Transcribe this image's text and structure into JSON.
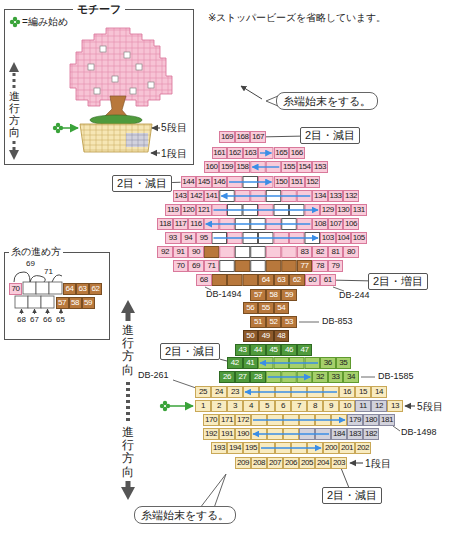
{
  "diagram": {
    "nodes": [
      {
        "text": [
          "モチーフ"
        ]
      },
      {
        "text": [
          "糸端始末をする。"
        ]
      },
      {
        "text": [
          "2目・減目"
        ]
      },
      {
        "text": [
          "2目・減目"
        ]
      },
      {
        "text": [
          "2目・増目"
        ]
      },
      {
        "text": [
          "糸の進め方"
        ]
      },
      {
        "text": [
          "70"
        ],
        "in": 5
      },
      {
        "text": [
          "64"
        ],
        "in": 5
      },
      {
        "text": [
          "63"
        ],
        "in": 5
      },
      {
        "text": [
          "62"
        ],
        "in": 5
      },
      {
        "text": [
          "57"
        ],
        "in": 5
      },
      {
        "text": [
          "58"
        ],
        "in": 5
      },
      {
        "text": [
          "59"
        ],
        "in": 5
      },
      {
        "text": [
          "2目・減目"
        ]
      },
      {
        "text": [
          "2目・減目"
        ]
      },
      {
        "text": [
          "糸端始末をする。"
        ]
      },
      {
        "text": [
          "169"
        ]
      },
      {
        "text": [
          "168"
        ]
      },
      {
        "text": [
          "167"
        ]
      },
      {
        "text": [
          "161"
        ]
      },
      {
        "text": [
          "162"
        ]
      },
      {
        "text": [
          "163"
        ]
      },
      {
        "text": [
          "165"
        ]
      },
      {
        "text": [
          "166"
        ]
      },
      {
        "text": [
          "160"
        ]
      },
      {
        "text": [
          "159"
        ]
      },
      {
        "text": [
          "158"
        ]
      },
      {
        "text": [
          "155"
        ]
      },
      {
        "text": [
          "154"
        ]
      },
      {
        "text": [
          "153"
        ]
      },
      {
        "text": [
          "144"
        ]
      },
      {
        "text": [
          "145"
        ]
      },
      {
        "text": [
          "146"
        ]
      },
      {
        "text": [
          "150"
        ]
      },
      {
        "text": [
          "151"
        ]
      },
      {
        "text": [
          "152"
        ]
      },
      {
        "text": [
          "143"
        ]
      },
      {
        "text": [
          "142"
        ]
      },
      {
        "text": [
          "141"
        ]
      },
      {
        "text": [
          "134"
        ]
      },
      {
        "text": [
          "133"
        ]
      },
      {
        "text": [
          "132"
        ]
      },
      {
        "text": [
          "119"
        ]
      },
      {
        "text": [
          "120"
        ]
      },
      {
        "text": [
          "121"
        ]
      },
      {
        "text": [
          "129"
        ]
      },
      {
        "text": [
          "130"
        ]
      },
      {
        "text": [
          "131"
        ]
      },
      {
        "text": [
          "118"
        ]
      },
      {
        "text": [
          "117"
        ]
      },
      {
        "text": [
          "116"
        ]
      },
      {
        "text": [
          "108"
        ]
      },
      {
        "text": [
          "107"
        ]
      },
      {
        "text": [
          "106"
        ]
      },
      {
        "text": [
          "93"
        ]
      },
      {
        "text": [
          "94"
        ]
      },
      {
        "text": [
          "95"
        ]
      },
      {
        "text": [
          "103"
        ]
      },
      {
        "text": [
          "104"
        ]
      },
      {
        "text": [
          "105"
        ]
      },
      {
        "text": [
          "92"
        ]
      },
      {
        "text": [
          "91"
        ]
      },
      {
        "text": [
          "90"
        ]
      },
      {
        "text": [
          "83"
        ]
      },
      {
        "text": [
          "82"
        ]
      },
      {
        "text": [
          "81"
        ]
      },
      {
        "text": [
          "80"
        ]
      },
      {
        "text": [
          "70"
        ]
      },
      {
        "text": [
          "69"
        ]
      },
      {
        "text": [
          "71"
        ]
      },
      {
        "text": [
          "77"
        ]
      },
      {
        "text": [
          "78"
        ]
      },
      {
        "text": [
          "79"
        ]
      },
      {
        "text": [
          "68"
        ]
      },
      {
        "text": [
          "64"
        ]
      },
      {
        "text": [
          "63"
        ]
      },
      {
        "text": [
          "62"
        ]
      },
      {
        "text": [
          "60"
        ]
      },
      {
        "text": [
          "61"
        ]
      },
      {
        "text": [
          "57"
        ]
      },
      {
        "text": [
          "58"
        ]
      },
      {
        "text": [
          "59"
        ]
      },
      {
        "text": [
          "56"
        ]
      },
      {
        "text": [
          "55"
        ]
      },
      {
        "text": [
          "54"
        ]
      },
      {
        "text": [
          "51"
        ]
      },
      {
        "text": [
          "52"
        ]
      },
      {
        "text": [
          "53"
        ]
      },
      {
        "text": [
          "50"
        ]
      },
      {
        "text": [
          "49"
        ]
      },
      {
        "text": [
          "48"
        ]
      },
      {
        "text": [
          "43"
        ]
      },
      {
        "text": [
          "44"
        ]
      },
      {
        "text": [
          "45"
        ]
      },
      {
        "text": [
          "46"
        ]
      },
      {
        "text": [
          "47"
        ]
      },
      {
        "text": [
          "42"
        ]
      },
      {
        "text": [
          "41"
        ]
      },
      {
        "text": [
          "36"
        ]
      },
      {
        "text": [
          "35"
        ]
      },
      {
        "text": [
          "26"
        ]
      },
      {
        "text": [
          "27"
        ]
      },
      {
        "text": [
          "28"
        ]
      },
      {
        "text": [
          "32"
        ]
      },
      {
        "text": [
          "33"
        ]
      },
      {
        "text": [
          "34"
        ]
      },
      {
        "text": [
          "25"
        ]
      },
      {
        "text": [
          "24"
        ]
      },
      {
        "text": [
          "23"
        ]
      },
      {
        "text": [
          "16"
        ]
      },
      {
        "text": [
          "15"
        ]
      },
      {
        "text": [
          "14"
        ]
      },
      {
        "text": [
          "1"
        ]
      },
      {
        "text": [
          "2"
        ]
      },
      {
        "text": [
          "3"
        ]
      },
      {
        "text": [
          "4"
        ]
      },
      {
        "text": [
          "5"
        ]
      },
      {
        "text": [
          "6"
        ]
      },
      {
        "text": [
          "7"
        ]
      },
      {
        "text": [
          "8"
        ]
      },
      {
        "text": [
          "9"
        ]
      },
      {
        "text": [
          "10"
        ]
      },
      {
        "text": [
          "11"
        ]
      },
      {
        "text": [
          "12"
        ]
      },
      {
        "text": [
          "13"
        ]
      },
      {
        "text": [
          "170"
        ]
      },
      {
        "text": [
          "171"
        ]
      },
      {
        "text": [
          "172"
        ]
      },
      {
        "text": [
          "179"
        ]
      },
      {
        "text": [
          "180"
        ]
      },
      {
        "text": [
          "181"
        ]
      },
      {
        "text": [
          "192"
        ]
      },
      {
        "text": [
          "191"
        ]
      },
      {
        "text": [
          "190"
        ]
      },
      {
        "text": [
          "184"
        ]
      },
      {
        "text": [
          "183"
        ]
      },
      {
        "text": [
          "182"
        ]
      },
      {
        "text": [
          "193"
        ]
      },
      {
        "text": [
          "194"
        ]
      },
      {
        "text": [
          "195"
        ]
      },
      {
        "text": [
          "200"
        ]
      },
      {
        "text": [
          "201"
        ]
      },
      {
        "text": [
          "202"
        ]
      },
      {
        "text": [
          "209"
        ]
      },
      {
        "text": [
          "208"
        ]
      },
      {
        "text": [
          "207"
        ]
      },
      {
        "text": [
          "206"
        ]
      },
      {
        "text": [
          "205"
        ]
      },
      {
        "text": [
          "204"
        ]
      },
      {
        "text": [
          "203"
        ]
      }
    ],
    "edges": [
      {
        "from": 2,
        "to": 18,
        "arrow": "none"
      },
      {
        "from": 3,
        "to": 30,
        "arrow": "none"
      },
      {
        "from": 4,
        "to": 78,
        "arrow": "none"
      },
      {
        "from": 13,
        "to": 96,
        "arrow": "none"
      },
      {
        "from": 14,
        "to": 149,
        "arrow": "none"
      }
    ],
    "labels": [
      "※ストッパービーズを省略しています。",
      "進行方向",
      "5段目",
      "1段目",
      "DB-1494",
      "DB-244",
      "69",
      "71",
      "68",
      "67",
      "66",
      "65",
      "DB-853",
      "進行方向",
      "DB-1585",
      "DB-261",
      "5段目",
      "DB-1498",
      "進行方向",
      "1段目"
    ],
    "legend": [
      {
        "text": "=編み始め"
      }
    ]
  }
}
